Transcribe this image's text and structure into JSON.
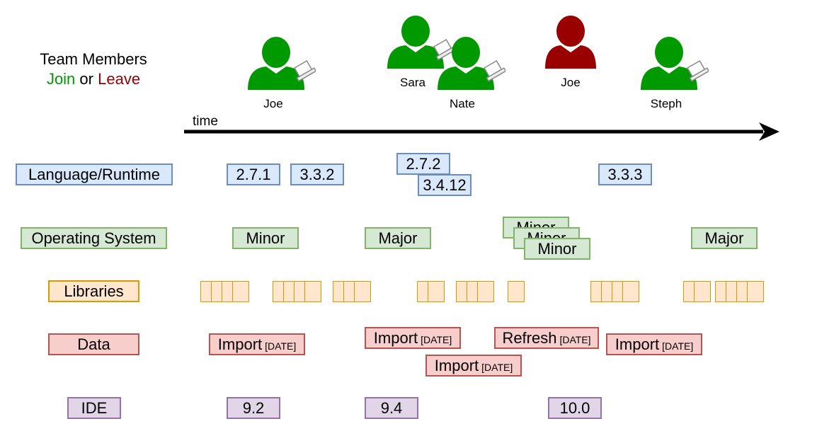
{
  "legend": {
    "title": "Team Members",
    "join": "Join",
    "or": "or",
    "leave": "Leave",
    "join_color": "#009900",
    "leave_color": "#990000"
  },
  "timeline": {
    "label": "time"
  },
  "members": [
    {
      "name": "Joe",
      "event": "join",
      "icon": "person-laptop-icon"
    },
    {
      "name": "Sara",
      "event": "join",
      "icon": "person-laptop-icon"
    },
    {
      "name": "Nate",
      "event": "join",
      "icon": "person-laptop-icon"
    },
    {
      "name": "Joe",
      "event": "leave",
      "icon": "person-icon"
    },
    {
      "name": "Steph",
      "event": "join",
      "icon": "person-laptop-icon"
    }
  ],
  "rows": {
    "language": {
      "label": "Language/Runtime",
      "items": [
        "2.7.1",
        "3.3.2",
        "2.7.2",
        "3.4.12",
        "3.3.3"
      ]
    },
    "os": {
      "label": "Operating System",
      "items": [
        "Minor",
        "Major",
        "Minor",
        "Minor",
        "Minor",
        "Major"
      ]
    },
    "libraries": {
      "label": "Libraries"
    },
    "data": {
      "label": "Data",
      "date": "[DATE]",
      "items": [
        "Import",
        "Import",
        "Import",
        "Refresh",
        "Import"
      ]
    },
    "ide": {
      "label": "IDE",
      "items": [
        "9.2",
        "9.4",
        "10.0"
      ]
    }
  }
}
